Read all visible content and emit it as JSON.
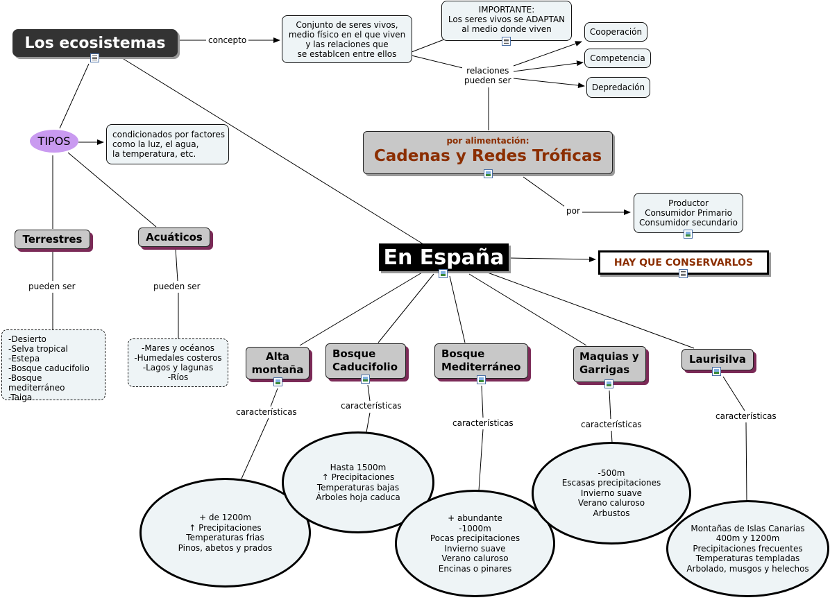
{
  "title": "Los ecosistemas",
  "link_concepto": "concepto",
  "concepto_def": "Conjunto de seres vivos,\nmedio físico en el que viven\ny las relaciones que\nse establcen entre ellos",
  "importante": "IMPORTANTE:\nLos seres vivos se ADAPTAN\nal medio donde viven",
  "link_relaciones": "relaciones\npueden ser",
  "relaciones": [
    "Cooperación",
    "Competencia",
    "Depredación"
  ],
  "cadenas_sub": "por alimentación:",
  "cadenas_title": "Cadenas y Redes Tróficas",
  "link_por": "por",
  "trofico": "Productor\nConsumidor Primario\nConsumidor secundario",
  "tipos": "TIPOS",
  "tipos_def": "condicionados por factores\ncomo la luz, el agua,\nla temperatura, etc.",
  "terrestres": "Terrestres",
  "acuaticos": "Acuáticos",
  "link_pueden_ser": "pueden ser",
  "terrestres_list": "-Desierto\n-Selva tropical\n-Estepa\n-Bosque caducifolio\n-Bosque mediterráneo\n-Taiga",
  "acuaticos_list": "-Mares y océanos\n-Humedales costeros\n-Lagos y lagunas\n-Ríos",
  "espana": "En España",
  "conservar": "HAY QUE CONSERVARLOS",
  "link_caracteristicas": "características",
  "biomas": [
    {
      "name": "Alta\nmontaña",
      "text": "+ de 1200m\n↑ Precipitaciones\nTemperaturas frias\nPinos, abetos y prados"
    },
    {
      "name": "Bosque\nCaducifolio",
      "text": "Hasta 1500m\n↑ Precipitaciones\nTemperaturas bajas\nÁrboles hoja caduca"
    },
    {
      "name": "Bosque\nMediterráneo",
      "text": "+ abundante\n-1000m\nPocas precipitaciones\nInvierno suave\nVerano caluroso\nEncinas o pinares"
    },
    {
      "name": "Maquias y\nGarrigas",
      "text": "-500m\nEscasas precipitaciones\nInvierno suave\nVerano caluroso\nArbustos"
    },
    {
      "name": "Laurisilva",
      "text": "Montañas de Islas Canarias\n400m y 1200m\nPrecipitaciones frecuentes\nTemperaturas templadas\nArbolado, musgos y helechos"
    }
  ],
  "colors": {
    "accent_text": "#8b2e00",
    "shadow": "#7b2a57",
    "node_fill": "#eef4f6"
  }
}
